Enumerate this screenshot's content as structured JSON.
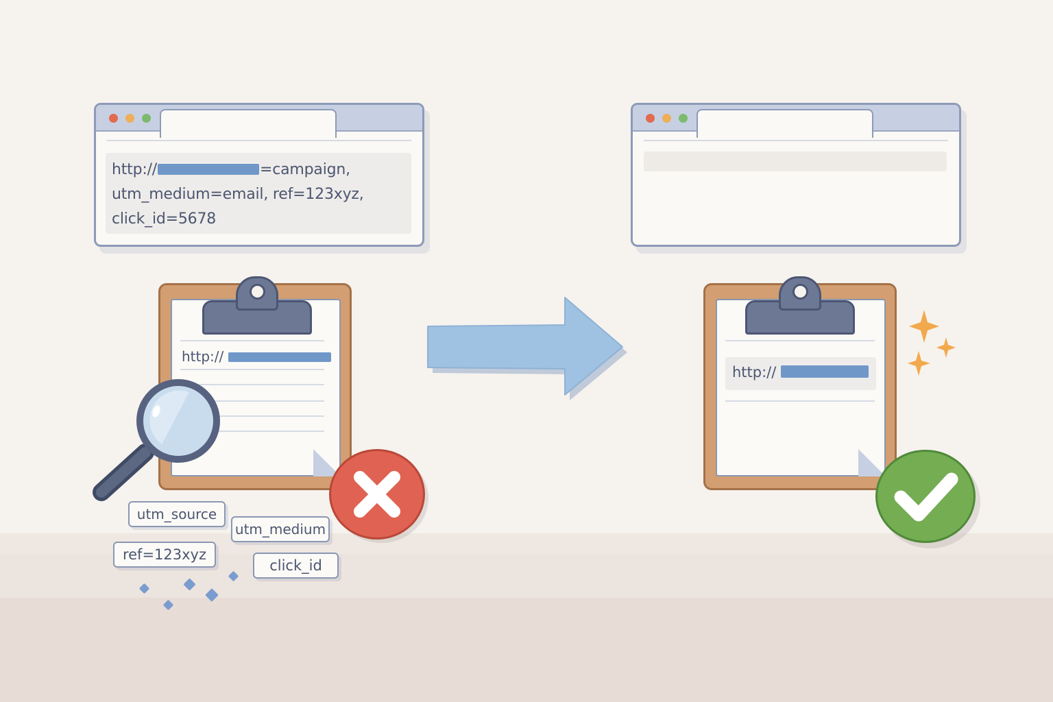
{
  "before": {
    "browser": {
      "url_line_1_prefix": "http://",
      "url_line_1_suffix": "=campaign,",
      "url_line_2": "utm_medium=email, ref=123xyz,",
      "url_line_3": "click_id=5678"
    },
    "clipboard": {
      "url_prefix": "http://"
    },
    "removed_params": [
      "utm_source",
      "utm_medium",
      "ref=123xyz",
      "click_id"
    ],
    "status_icon": "x-mark-icon"
  },
  "after": {
    "clipboard": {
      "url_prefix": "http://"
    },
    "status_icon": "check-mark-icon"
  },
  "colors": {
    "error": "#e06252",
    "success": "#74ad52",
    "arrow": "#9fc2e2",
    "accent_bar": "#6f97c8",
    "sparkle": "#f2a94d"
  }
}
